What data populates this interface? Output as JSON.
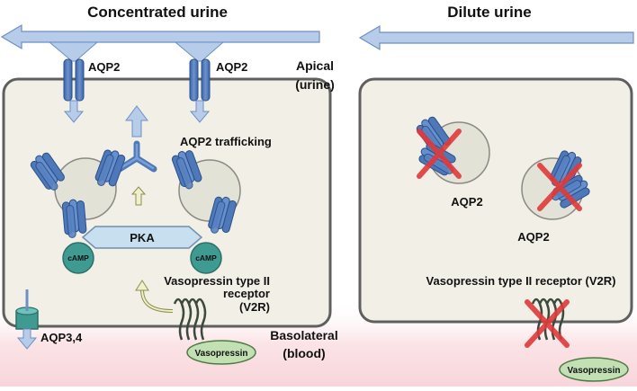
{
  "left_panel": {
    "title": "Concentrated urine",
    "labels": {
      "aqp2_left": "AQP2",
      "aqp2_right": "AQP2",
      "trafficking": "AQP2 trafficking",
      "pka": "PKA",
      "camp_left": "cAMP",
      "camp_right": "cAMP",
      "receptor_line1": "Vasopressin type II",
      "receptor_line2": "receptor",
      "receptor_line3": "(V2R)",
      "aqp34": "AQP3,4",
      "vasopressin": "Vasopressin"
    }
  },
  "center_labels": {
    "apical_line1": "Apical",
    "apical_line2": "(urine)",
    "basolateral_line1": "Basolateral",
    "basolateral_line2": "(blood)"
  },
  "right_panel": {
    "title": "Dilute urine",
    "labels": {
      "aqp2_top": "AQP2",
      "aqp2_bottom": "AQP2",
      "receptor": "Vasopressin type II receptor (V2R)",
      "vasopressin": "Vasopressin"
    }
  },
  "colors": {
    "cell_fill": "#f2f0e6",
    "cell_border": "#5f5f5f",
    "channel_blue": "#4f78b8",
    "arrow_blue": "#b7cce9",
    "pka_fill": "#c8dff0",
    "camp_fill": "#3f9a92",
    "vasopressin_fill": "#c2e0b3",
    "receptor_green": "#3b4a3c",
    "cross_red": "#e03a3a",
    "blood_pink": "#fbe3e6"
  }
}
